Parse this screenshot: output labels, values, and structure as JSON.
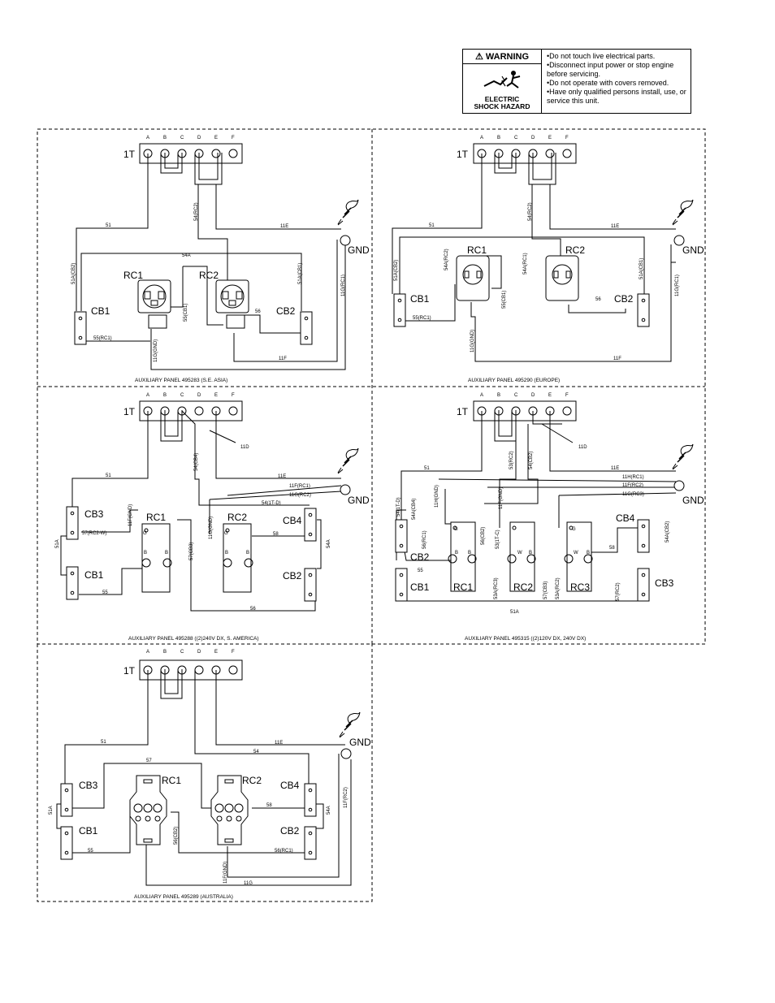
{
  "warning": {
    "title": "WARNING",
    "hazard": "ELECTRIC\nSHOCK HAZARD",
    "items": [
      "Do not touch live electrical parts.",
      "Disconnect input power or stop engine before servicing.",
      "Do not operate with covers removed.",
      "Have only qualified persons install, use, or service this unit."
    ]
  },
  "terminal_letters": [
    "A",
    "B",
    "C",
    "D",
    "E",
    "F"
  ],
  "labels": {
    "terminal_block": "1T",
    "gnd": "GND",
    "rc1": "RC1",
    "rc2": "RC2",
    "rc3": "RC3",
    "cb1": "CB1",
    "cb2": "CB2",
    "cb3": "CB3",
    "cb4": "CB4",
    "g": "G",
    "b": "B",
    "w": "W",
    "w51": "51",
    "w51a": "51A",
    "w51a_cb2": "51A(CB2)",
    "w51a_cb1": "51A(CB1)",
    "w54": "54",
    "w54a": "54A",
    "w54_rc2": "54(RC2)",
    "w54a_rc2": "54A(RC2)",
    "w54a_rc1": "54A(RC1)",
    "w54_cb4": "54(CB4)",
    "w54a_cb4": "54A(CB4)",
    "w54a_cb2": "54A(CB2)",
    "w54_1td": "54(1T-D)",
    "w54_cb2": "54(CB2)",
    "w55": "55",
    "w55_rc1": "55(RC1)",
    "w55_cb1": "55(CB1)",
    "w56": "56",
    "w56_cb2": "56(CB2)",
    "w56_rc1": "56(RC1)",
    "w57": "57",
    "w57_cb3": "57(CB3)",
    "w57_rc2w": "57(RC2-W)",
    "w57_rc2": "57(RC2)",
    "w58": "58",
    "w53_rc2": "53(RC2)",
    "w53_1tc": "53(1T-C)",
    "w53a_rc3": "53A(RC3)",
    "w53a_rc2": "53A(RC2)",
    "w11d": "11D",
    "w11e": "11E",
    "w11f": "11F",
    "w11g": "11G",
    "w11g_gnd": "11G(GND)",
    "w11g_rc1": "11G(RC1)",
    "w11f_rc1": "11F(RC1)",
    "w11g_rc2": "11G(RC2)",
    "w11f_rc2": "11F(RC2)",
    "w11h_rc1": "11H(RC1)",
    "w11g_rc3": "11G(RC3)",
    "w11f_gnd": "11F(GND)",
    "w11h_gnd": "11H(GND)"
  },
  "captions": {
    "p1": "AUXILIARY PANEL 495283 (S.E. ASIA)",
    "p2": "AUXILIARY PANEL 495290 (EUROPE)",
    "p3": "AUXILIARY PANEL 495288 ((2)240V DX, S. AMERICA)",
    "p4": "AUXILIARY PANEL 495315 ((2)120V DX, 240V DX)",
    "p5": "AUXILIARY PANEL 495289 (AUSTRALIA)"
  }
}
